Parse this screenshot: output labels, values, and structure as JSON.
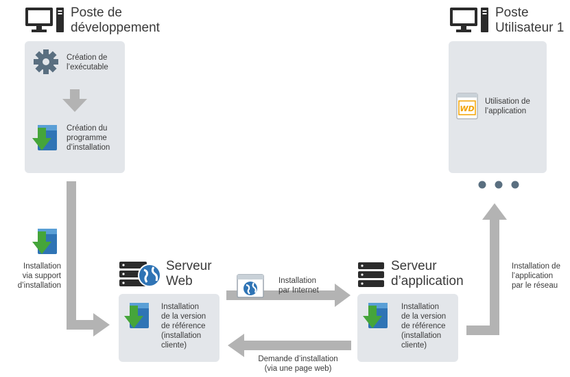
{
  "dev": {
    "title_line1": "Poste de",
    "title_line2": "développement",
    "step1_line1": "Création de",
    "step1_line2": "l’exécutable",
    "step2_line1": "Création du",
    "step2_line2": "programme",
    "step2_line3": "d’installation"
  },
  "user": {
    "title_line1": "Poste",
    "title_line2": "Utilisateur 1",
    "text_line1": "Utilisation de",
    "text_line2": "l’application"
  },
  "media": {
    "line1": "Installation",
    "line2": "via support",
    "line3": "d’installation"
  },
  "web": {
    "title_line1": "Serveur",
    "title_line2": "Web",
    "text_line1": "Installation",
    "text_line2": "de la version",
    "text_line3": "de référence",
    "text_line4": "(installation",
    "text_line5": "cliente)"
  },
  "app": {
    "title_line1": "Serveur",
    "title_line2": "d’application",
    "text_line1": "Installation",
    "text_line2": "de la version",
    "text_line3": "de référence",
    "text_line4": "(installation",
    "text_line5": "cliente)"
  },
  "internet": {
    "line1": "Installation",
    "line2": "par Internet"
  },
  "request": {
    "line1": "Demande d’installation",
    "line2": "(via une page web)"
  },
  "network": {
    "line1": "Installation de",
    "line2": "l’application",
    "line3": "par le réseau"
  },
  "colors": {
    "panel": "#e3e6ea",
    "arrow": "#b3b3b3",
    "dark": "#2b2b2b",
    "green": "#45a53a",
    "blue": "#2f74b5",
    "wd_orange": "#f2a200"
  }
}
